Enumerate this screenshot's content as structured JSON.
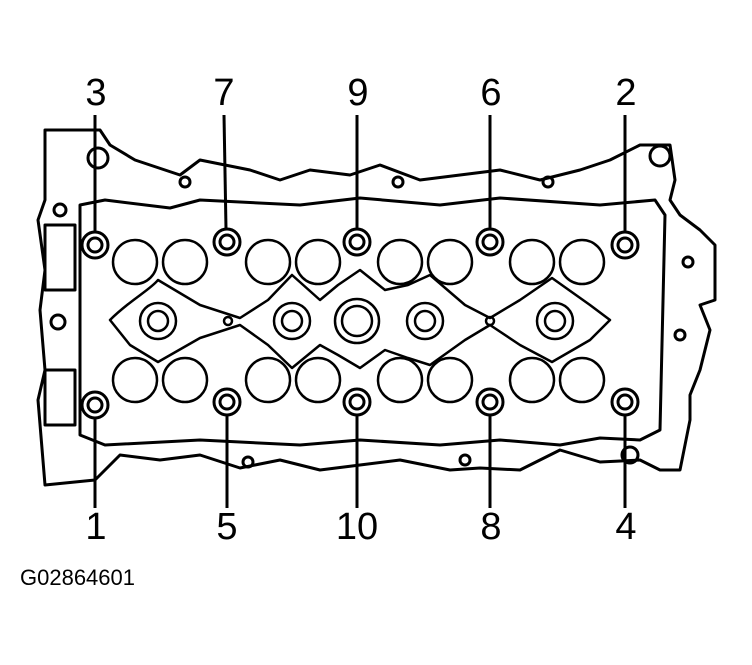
{
  "diagram": {
    "top_labels": [
      "3",
      "7",
      "9",
      "6",
      "2"
    ],
    "bottom_labels": [
      "1",
      "5",
      "10",
      "8",
      "4"
    ],
    "figure_code": "G02864601",
    "line_color": "#000000",
    "background_color": "#ffffff"
  }
}
